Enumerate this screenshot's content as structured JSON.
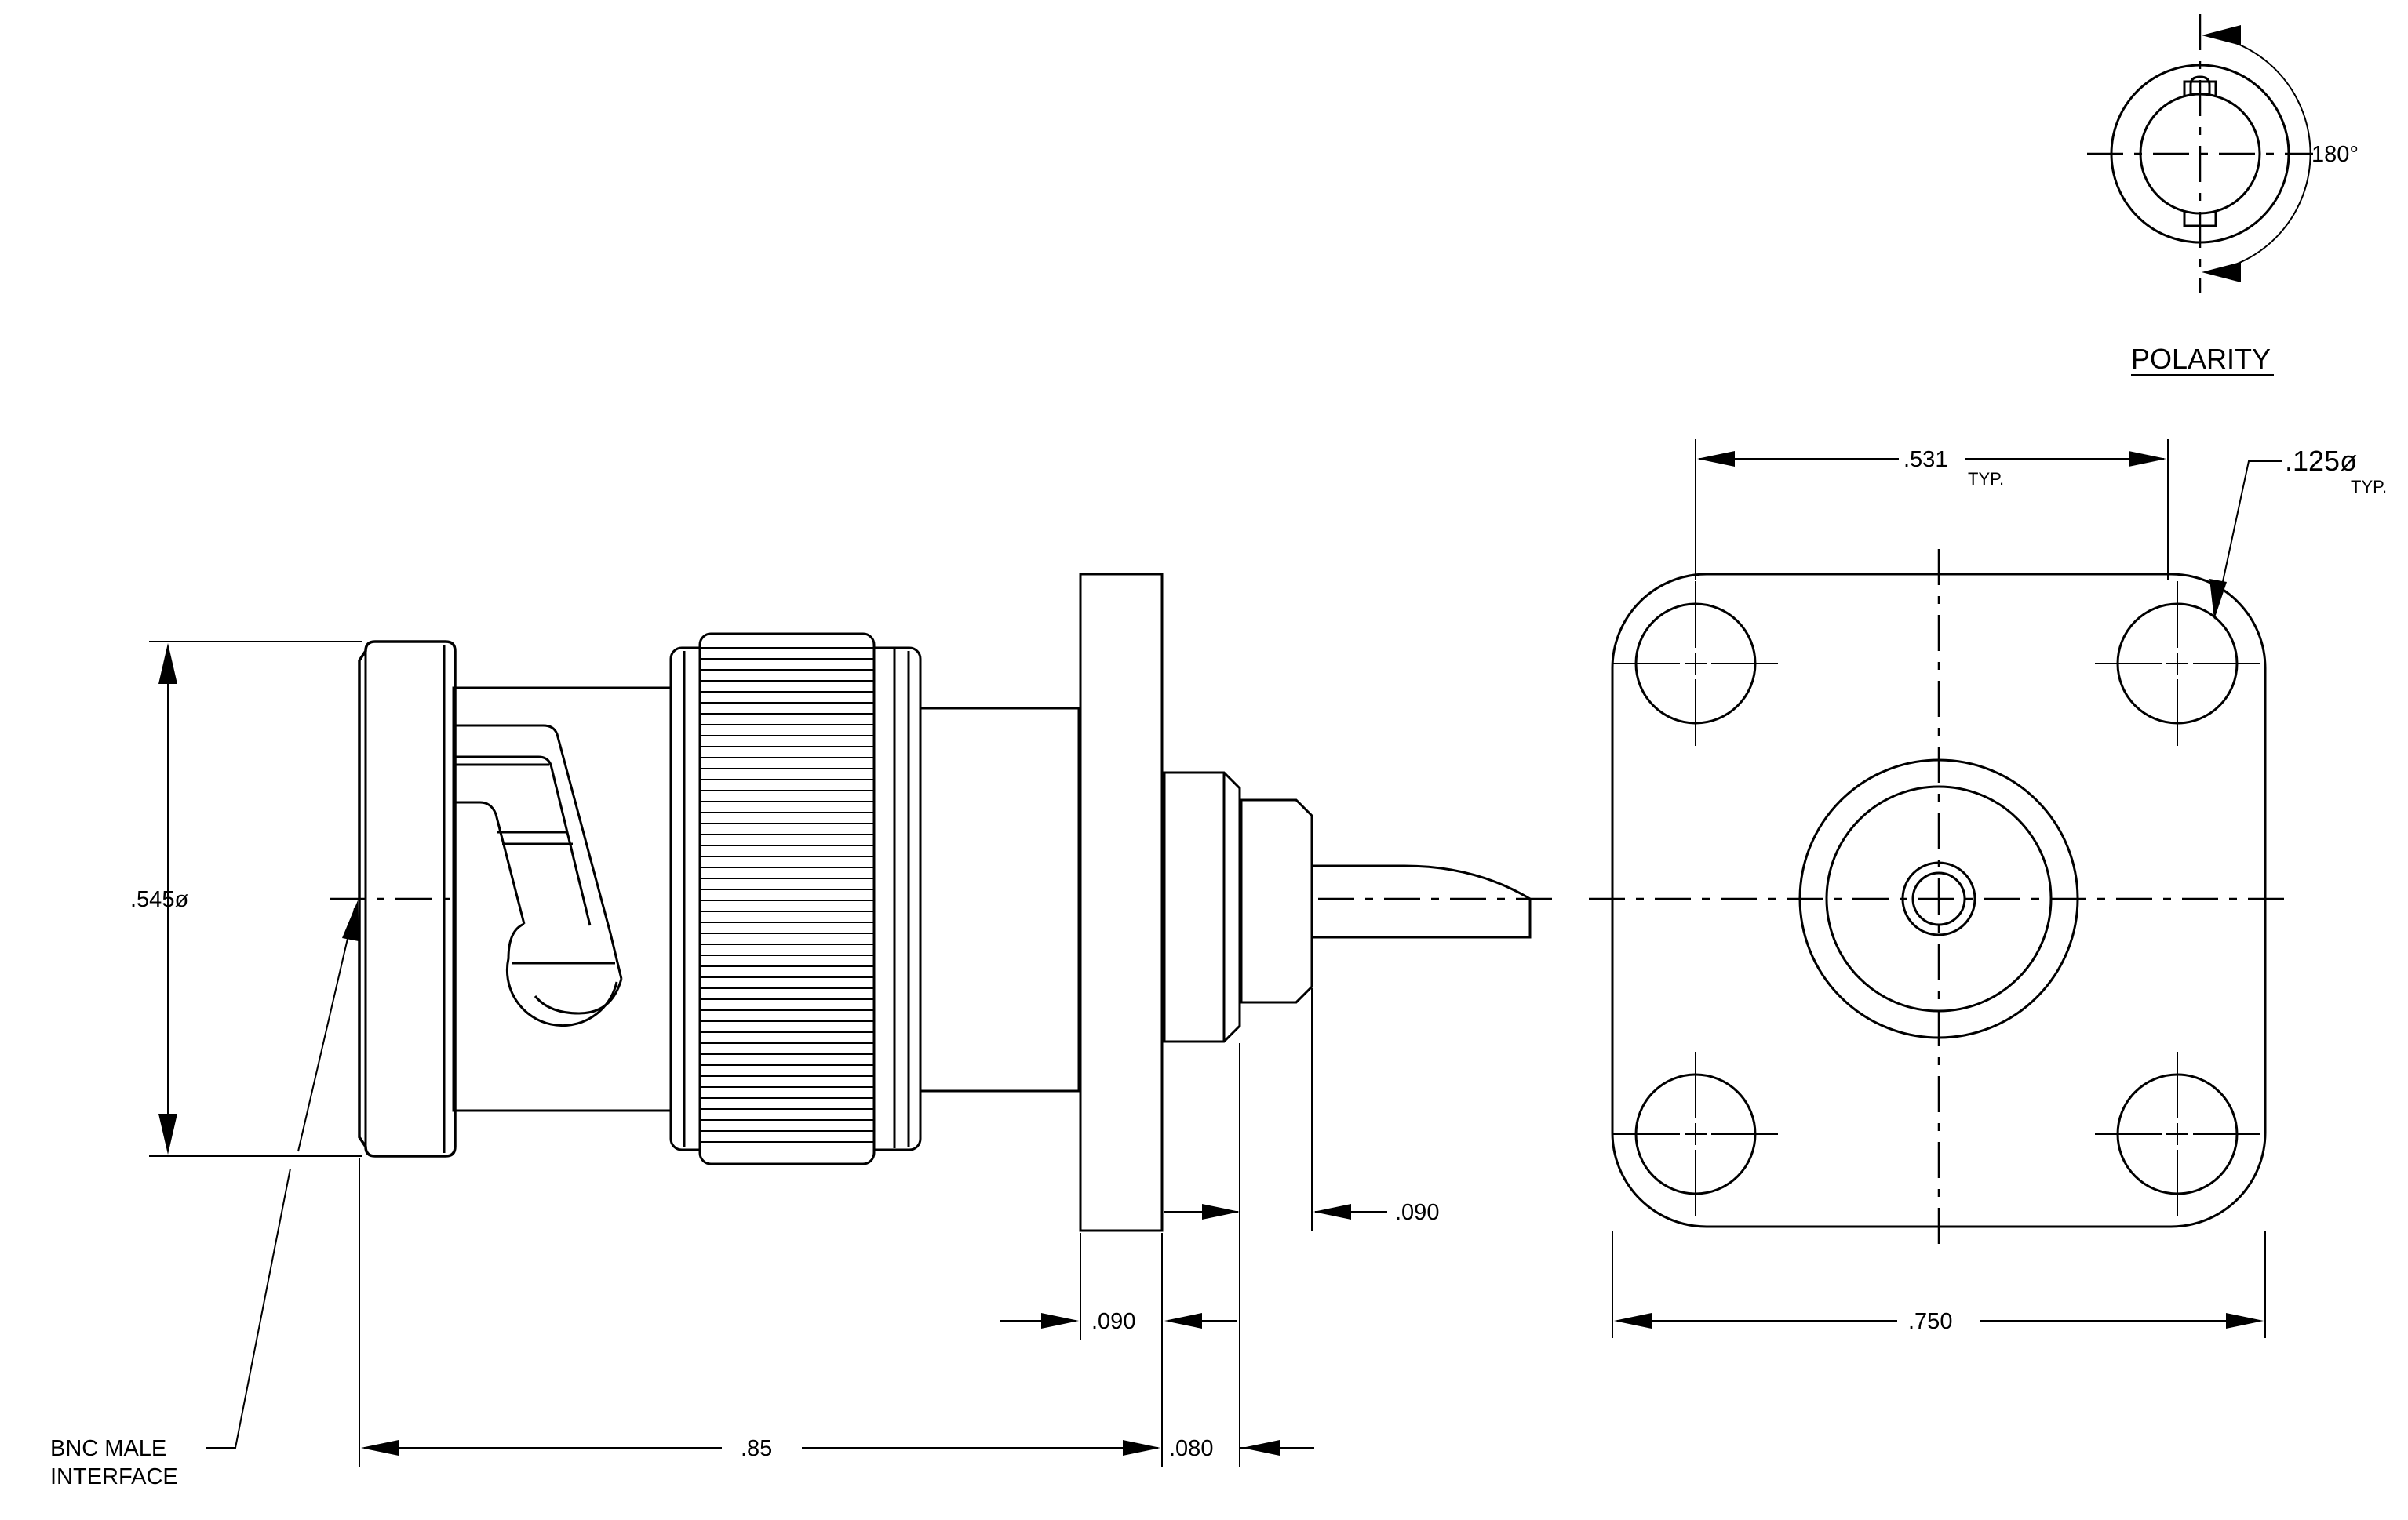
{
  "labels": {
    "polarity_title": "POLARITY",
    "angle": "180°",
    "interface_line1": "BNC MALE",
    "interface_line2": "INTERFACE"
  },
  "dimensions": {
    "body_diameter": ".545ø",
    "overall_length": ".85",
    "flange_thickness": ".090",
    "rear_step_length": ".080",
    "tail_step_length": ".090",
    "hole_spacing": ".531",
    "hole_spacing_note": "TYP.",
    "hole_diameter": ".125ø",
    "hole_diameter_note": "TYP.",
    "flange_width": ".750"
  }
}
